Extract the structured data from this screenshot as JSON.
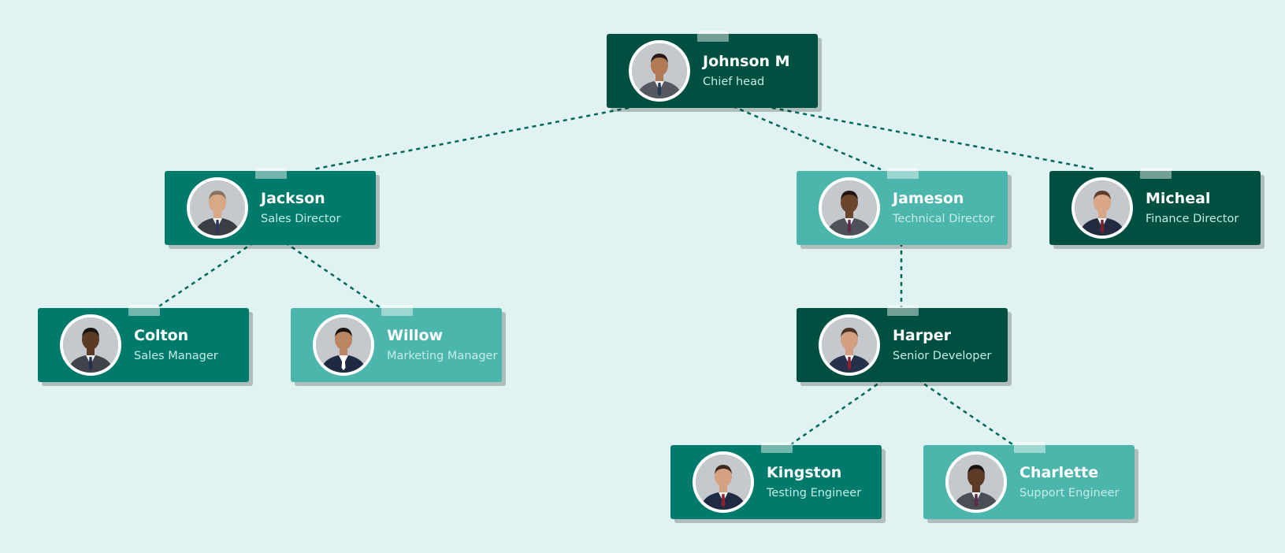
{
  "org_chart": {
    "nodes": [
      {
        "id": "johnson",
        "name": "Johnson M",
        "title": "Chief head",
        "parent": null,
        "color": "#005041",
        "suit": "#55595f",
        "tie": "#2c3a57",
        "skin": "#b07a55",
        "hair": "#2a1d17"
      },
      {
        "id": "jackson",
        "name": "Jackson",
        "title": "Sales Director",
        "parent": "johnson",
        "color": "#007b6b",
        "suit": "#3b3f45",
        "tie": "#2b3858",
        "skin": "#d8a887",
        "hair": "#8a7364"
      },
      {
        "id": "jameson",
        "name": "Jameson",
        "title": "Technical Director",
        "parent": "johnson",
        "color": "#4db6ac",
        "suit": "#4d5158",
        "tie": "#5e2b4a",
        "skin": "#6a442c",
        "hair": "#1f1612"
      },
      {
        "id": "micheal",
        "name": "Micheal",
        "title": "Finance Director",
        "parent": "johnson",
        "color": "#005041",
        "suit": "#232b40",
        "tie": "#7a1e2c",
        "skin": "#d9a788",
        "hair": "#5a3e2b"
      },
      {
        "id": "colton",
        "name": "Colton",
        "title": "Sales Manager",
        "parent": "jackson",
        "color": "#007b6b",
        "suit": "#40444a",
        "tie": "#22304f",
        "skin": "#5b3a26",
        "hair": "#1a1411"
      },
      {
        "id": "willow",
        "name": "Willow",
        "title": "Marketing Manager",
        "parent": "jackson",
        "color": "#4db6ac",
        "suit": "#1e2942",
        "tie": "#ffffff",
        "skin": "#b98563",
        "hair": "#1b1412"
      },
      {
        "id": "harper",
        "name": "Harper",
        "title": "Senior Developer",
        "parent": "jameson",
        "color": "#005041",
        "suit": "#25304a",
        "tie": "#8a2230",
        "skin": "#d2a080",
        "hair": "#4a3324"
      },
      {
        "id": "kingston",
        "name": "Kingston",
        "title": "Testing Engineer",
        "parent": "harper",
        "color": "#007b6b",
        "suit": "#1f2a44",
        "tie": "#8e2230",
        "skin": "#d4a283",
        "hair": "#3d2a1f"
      },
      {
        "id": "charlette",
        "name": "Charlette",
        "title": "Support Engineer",
        "parent": "harper",
        "color": "#4db6ac",
        "suit": "#4a4e55",
        "tie": "#5e2b4a",
        "skin": "#5c3b27",
        "hair": "#1a1411"
      }
    ]
  },
  "colors": {
    "background": "#e0f2f1",
    "connector": "#00695c",
    "card_dark": "#005041",
    "card_mid": "#007b6b",
    "card_light": "#4db6ac",
    "name_text": "#ffffff",
    "title_text": "#c4ece6"
  }
}
